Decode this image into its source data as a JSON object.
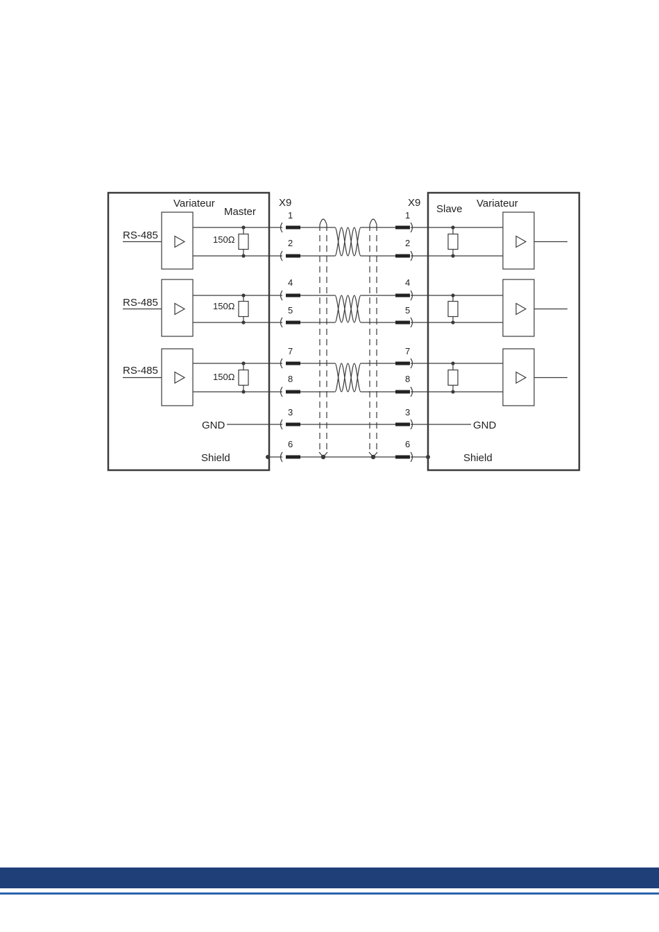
{
  "master": {
    "title": "Variateur",
    "role": "Master",
    "connector": "X9",
    "channels": [
      {
        "label": "RS-485",
        "resistor": "150Ω",
        "pins": [
          "1",
          "2"
        ]
      },
      {
        "label": "RS-485",
        "resistor": "150Ω",
        "pins": [
          "4",
          "5"
        ]
      },
      {
        "label": "RS-485",
        "resistor": "150Ω",
        "pins": [
          "7",
          "8"
        ]
      }
    ],
    "gnd_label": "GND",
    "gnd_pin": "3",
    "shield_label": "Shield",
    "shield_pin": "6"
  },
  "slave": {
    "title": "Variateur",
    "role": "Slave",
    "connector": "X9",
    "channels": [
      {
        "pins": [
          "1",
          "2"
        ]
      },
      {
        "pins": [
          "4",
          "5"
        ]
      },
      {
        "pins": [
          "7",
          "8"
        ]
      }
    ],
    "gnd_label": "GND",
    "gnd_pin": "3",
    "shield_label": "Shield",
    "shield_pin": "6"
  },
  "colors": {
    "line": "#3a3a3a",
    "footer_band": "#1f3f78",
    "footer_line": "#2b63ad"
  }
}
